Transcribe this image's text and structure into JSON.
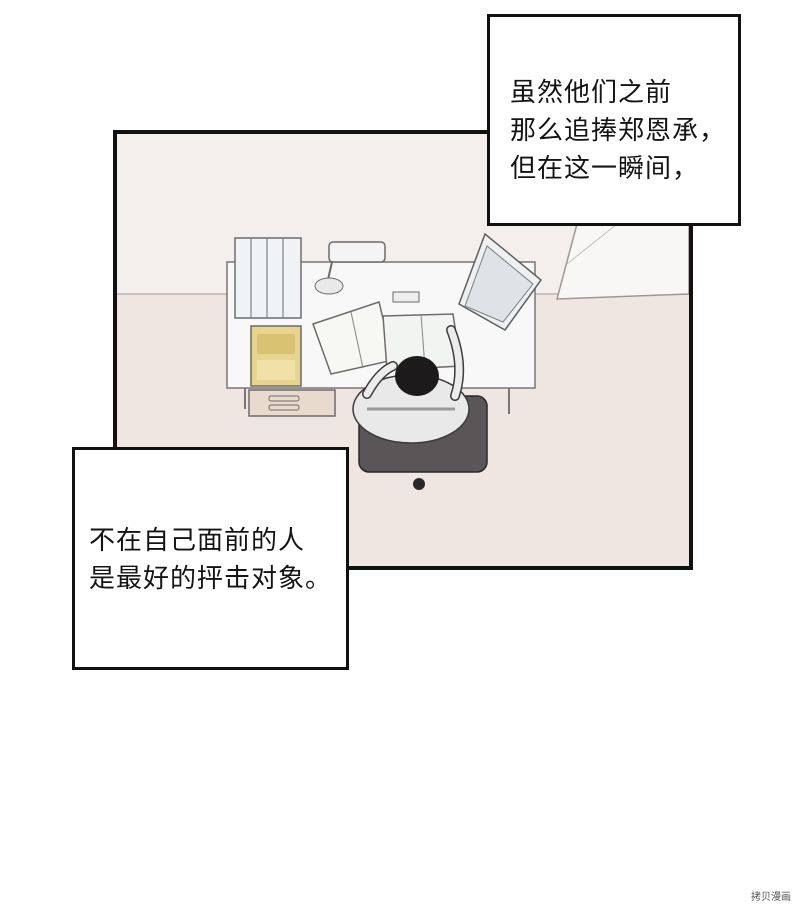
{
  "captions": {
    "top": [
      "虽然他们之前",
      "那么追捧郑恩承，",
      "但在这一瞬间，"
    ],
    "bottom": [
      "不在自己面前的人",
      "是最好的抨击对象。"
    ]
  },
  "watermark": "拷贝漫画",
  "colors": {
    "panel_border": "#111111",
    "floor": "#efe6e2",
    "wall": "#f4efec",
    "desk": "#f7f7f7",
    "chair": "#5a5556",
    "caption_bg": "#ffffff",
    "text": "#141414"
  }
}
